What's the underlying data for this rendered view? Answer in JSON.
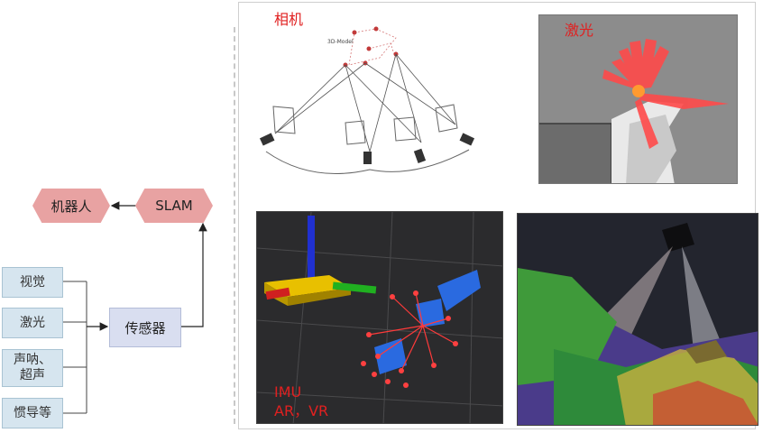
{
  "diagram": {
    "robot": "机器人",
    "slam": "SLAM",
    "sensor_hub": "传感器",
    "sensors": [
      "视觉",
      "激光",
      "声呐、\n超声",
      "惯导等"
    ]
  },
  "panels": {
    "camera": {
      "label": "相机",
      "model_text": "3D-Model"
    },
    "laser": {
      "label": "激光"
    },
    "imu": {
      "label_line1": "IMU",
      "label_line2": "AR，VR"
    }
  },
  "colors": {
    "hex_fill": "#e8a2a2",
    "sensor_fill": "#d6e5ef",
    "label_red": "#e02020"
  }
}
